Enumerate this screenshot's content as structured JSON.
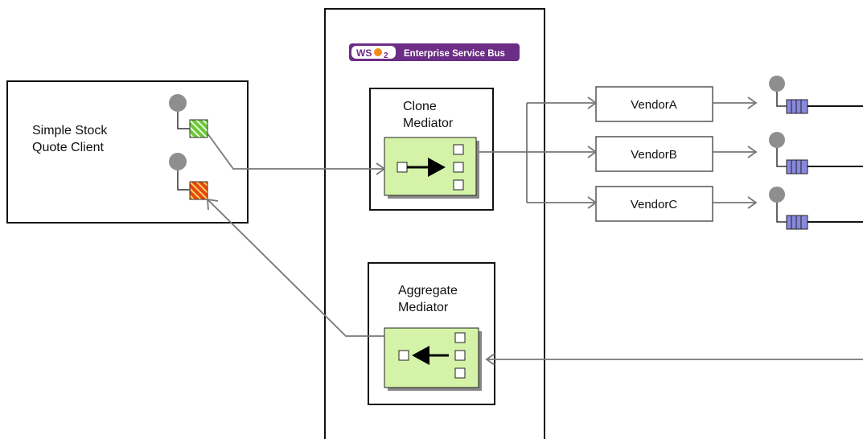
{
  "client": {
    "label_line1": "Simple Stock",
    "label_line2": "Quote Client"
  },
  "esb": {
    "logo_ws": "WS",
    "logo_2": "2",
    "title": "Enterprise Service Bus"
  },
  "clone_mediator": {
    "line1": "Clone",
    "line2": "Mediator"
  },
  "aggregate_mediator": {
    "line1": "Aggregate",
    "line2": "Mediator"
  },
  "vendors": [
    {
      "name": "VendorA"
    },
    {
      "name": "VendorB"
    },
    {
      "name": "VendorC"
    }
  ],
  "colors": {
    "mediator_fill": "#d4f3a8",
    "request_port": "#6dc73c",
    "response_port": "#e8431a",
    "queue_fill": "#8888dd",
    "esb_badge": "#6b2d86",
    "logo_orange": "#f08a1c",
    "connector": "#777777",
    "endpoint_dot": "#8e8e8e"
  }
}
